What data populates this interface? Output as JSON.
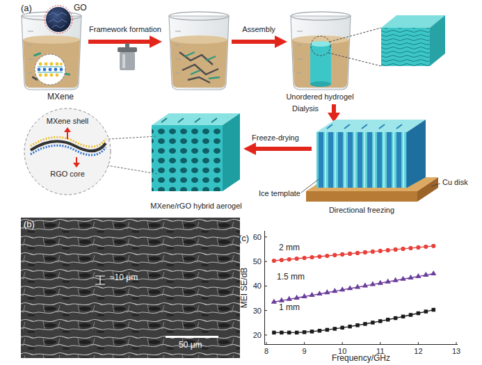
{
  "diagram": {
    "nodes": [
      {
        "text": [
          "≈10 μm",
          "50 μm"
        ]
      },
      {
        "text": [
          "2 mm",
          "1.5 mm",
          "1 mm"
        ]
      }
    ],
    "labels": [
      "(a)",
      "GO",
      "Framework formation",
      "Assembly",
      "MXene",
      "Unordered hydrogel",
      "Dialysis",
      "MXene shell",
      "RGO core",
      "Freeze-drying",
      "Ice template",
      "Cu disk",
      "MXene/rGO hybrid aerogel",
      "Directional freezing",
      "(b)",
      "(c)",
      "60",
      "50",
      "40",
      "30",
      "20",
      "MEI SE/dB",
      "8",
      "9",
      "10",
      "11",
      "12",
      "13",
      "Frequency/GHz"
    ]
  }
}
